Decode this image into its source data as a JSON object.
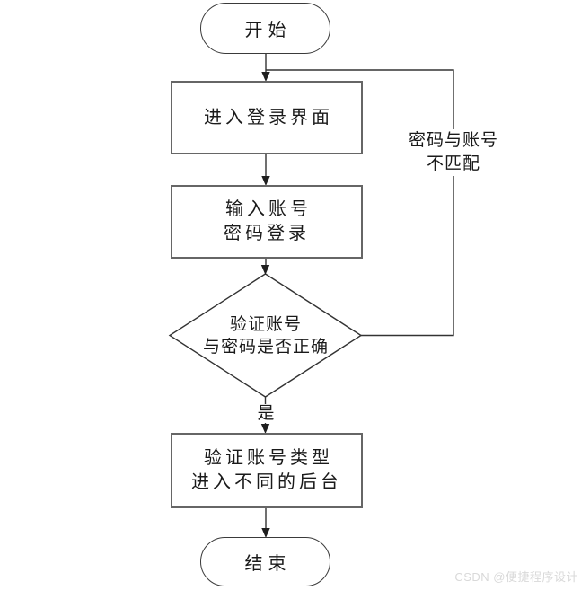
{
  "diagram": {
    "name": "login-verification-flowchart",
    "nodes": {
      "start": {
        "type": "terminator",
        "label": "开始"
      },
      "login": {
        "type": "process",
        "label": "进入登录界面"
      },
      "input": {
        "type": "process",
        "label": "输入账号\n密码登录"
      },
      "verify": {
        "type": "decision",
        "label": "验证账号\n与密码是否正确"
      },
      "backend": {
        "type": "process",
        "label": "验证账号类型\n进入不同的后台"
      },
      "end": {
        "type": "terminator",
        "label": "结束"
      }
    },
    "edges": {
      "yes_label": "是",
      "mismatch_label": "密码与账号\n不匹配"
    },
    "colors": {
      "background": "#ffffff",
      "process_border": "#666666",
      "terminator_border": "#3a3a3a",
      "connector_line": "#333333",
      "arrowhead": "#1f1f1f",
      "text": "#1a1a1a",
      "watermark": "#d9d9d9"
    }
  },
  "watermark": {
    "text": "CSDN @便捷程序设计"
  }
}
